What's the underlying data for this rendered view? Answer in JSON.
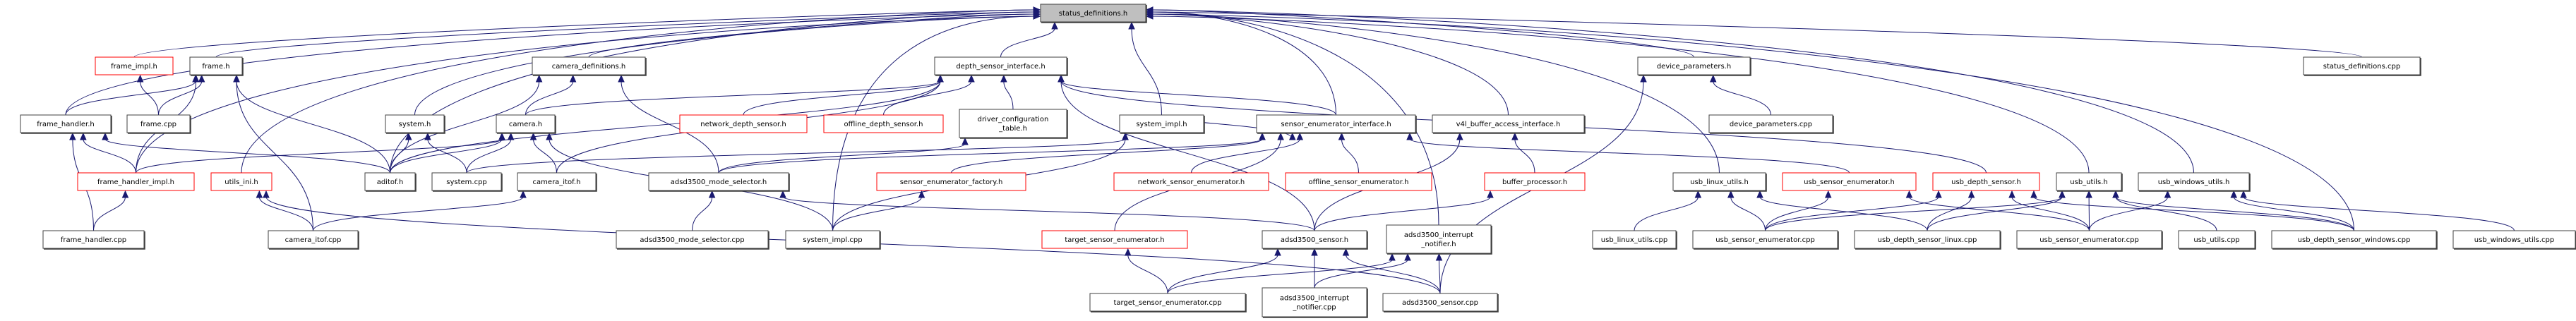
{
  "title": "status_definitions.h",
  "graph_kind": "included-by dependency graph",
  "colors": {
    "edge": "#191970",
    "root_fill": "#bfbfbf",
    "node_border": "#404040",
    "missing_border": "#ff0000",
    "text": "#000000"
  },
  "nodes": [
    {
      "id": "status_definitions_h",
      "label": [
        "status_definitions.h"
      ],
      "kind": "root"
    },
    {
      "id": "frame_impl_h",
      "label": [
        "frame_impl.h"
      ],
      "kind": "missing"
    },
    {
      "id": "frame_h",
      "label": [
        "frame.h"
      ],
      "kind": "normal"
    },
    {
      "id": "camera_definitions_h",
      "label": [
        "camera_definitions.h"
      ],
      "kind": "normal"
    },
    {
      "id": "depth_sensor_interface_h",
      "label": [
        "depth_sensor_interface.h"
      ],
      "kind": "normal"
    },
    {
      "id": "device_parameters_h",
      "label": [
        "device_parameters.h"
      ],
      "kind": "normal"
    },
    {
      "id": "status_definitions_cpp",
      "label": [
        "status_definitions.cpp"
      ],
      "kind": "normal"
    },
    {
      "id": "frame_handler_h",
      "label": [
        "frame_handler.h"
      ],
      "kind": "normal"
    },
    {
      "id": "frame_cpp",
      "label": [
        "frame.cpp"
      ],
      "kind": "normal"
    },
    {
      "id": "system_h",
      "label": [
        "system.h"
      ],
      "kind": "normal"
    },
    {
      "id": "camera_h",
      "label": [
        "camera.h"
      ],
      "kind": "normal"
    },
    {
      "id": "network_depth_sensor_h",
      "label": [
        "network_depth_sensor.h"
      ],
      "kind": "missing"
    },
    {
      "id": "offline_depth_sensor_h",
      "label": [
        "offline_depth_sensor.h"
      ],
      "kind": "missing"
    },
    {
      "id": "driver_configuration_table_h",
      "label": [
        "driver_configuration",
        "_table.h"
      ],
      "kind": "normal"
    },
    {
      "id": "system_impl_h",
      "label": [
        "system_impl.h"
      ],
      "kind": "normal"
    },
    {
      "id": "sensor_enumerator_interface_h",
      "label": [
        "sensor_enumerator_interface.h"
      ],
      "kind": "normal"
    },
    {
      "id": "v4l_buffer_access_interface_h",
      "label": [
        "v4l_buffer_access_interface.h"
      ],
      "kind": "normal"
    },
    {
      "id": "device_parameters_cpp",
      "label": [
        "device_parameters.cpp"
      ],
      "kind": "normal"
    },
    {
      "id": "frame_handler_impl_h",
      "label": [
        "frame_handler_impl.h"
      ],
      "kind": "missing"
    },
    {
      "id": "utils_ini_h",
      "label": [
        "utils_ini.h"
      ],
      "kind": "missing"
    },
    {
      "id": "aditof_h",
      "label": [
        "aditof.h"
      ],
      "kind": "normal"
    },
    {
      "id": "system_cpp",
      "label": [
        "system.cpp"
      ],
      "kind": "normal"
    },
    {
      "id": "camera_itof_h",
      "label": [
        "camera_itof.h"
      ],
      "kind": "normal"
    },
    {
      "id": "adsd3500_mode_selector_h",
      "label": [
        "adsd3500_mode_selector.h"
      ],
      "kind": "normal"
    },
    {
      "id": "sensor_enumerator_factory_h",
      "label": [
        "sensor_enumerator_factory.h"
      ],
      "kind": "missing"
    },
    {
      "id": "network_sensor_enumerator_h",
      "label": [
        "network_sensor_enumerator.h"
      ],
      "kind": "missing"
    },
    {
      "id": "offline_sensor_enumerator_h",
      "label": [
        "offline_sensor_enumerator.h"
      ],
      "kind": "missing"
    },
    {
      "id": "buffer_processor_h",
      "label": [
        "buffer_processor.h"
      ],
      "kind": "missing"
    },
    {
      "id": "usb_linux_utils_h",
      "label": [
        "usb_linux_utils.h"
      ],
      "kind": "normal"
    },
    {
      "id": "usb_sensor_enumerator_h",
      "label": [
        "usb_sensor_enumerator.h"
      ],
      "kind": "missing"
    },
    {
      "id": "usb_depth_sensor_h",
      "label": [
        "usb_depth_sensor.h"
      ],
      "kind": "missing"
    },
    {
      "id": "usb_utils_h",
      "label": [
        "usb_utils.h"
      ],
      "kind": "normal"
    },
    {
      "id": "usb_windows_utils_h",
      "label": [
        "usb_windows_utils.h"
      ],
      "kind": "normal"
    },
    {
      "id": "frame_handler_cpp",
      "label": [
        "frame_handler.cpp"
      ],
      "kind": "normal"
    },
    {
      "id": "camera_itof_cpp",
      "label": [
        "camera_itof.cpp"
      ],
      "kind": "normal"
    },
    {
      "id": "adsd3500_mode_selector_cpp",
      "label": [
        "adsd3500_mode_selector.cpp"
      ],
      "kind": "normal"
    },
    {
      "id": "system_impl_cpp",
      "label": [
        "system_impl.cpp"
      ],
      "kind": "normal"
    },
    {
      "id": "target_sensor_enumerator_h",
      "label": [
        "target_sensor_enumerator.h"
      ],
      "kind": "missing"
    },
    {
      "id": "adsd3500_sensor_h",
      "label": [
        "adsd3500_sensor.h"
      ],
      "kind": "normal"
    },
    {
      "id": "adsd3500_interrupt_notifier_h",
      "label": [
        "adsd3500_interrupt",
        "_notifier.h"
      ],
      "kind": "normal"
    },
    {
      "id": "usb_linux_utils_cpp",
      "label": [
        "usb_linux_utils.cpp"
      ],
      "kind": "normal"
    },
    {
      "id": "usb_sensor_enumerator_cpp_linux",
      "label": [
        "usb_sensor_enumerator.cpp"
      ],
      "kind": "normal"
    },
    {
      "id": "usb_depth_sensor_linux_cpp",
      "label": [
        "usb_depth_sensor_linux.cpp"
      ],
      "kind": "normal"
    },
    {
      "id": "usb_sensor_enumerator_cpp_windows",
      "label": [
        "usb_sensor_enumerator.cpp"
      ],
      "kind": "normal"
    },
    {
      "id": "usb_utils_cpp",
      "label": [
        "usb_utils.cpp"
      ],
      "kind": "normal"
    },
    {
      "id": "usb_depth_sensor_windows_cpp",
      "label": [
        "usb_depth_sensor_windows.cpp"
      ],
      "kind": "normal"
    },
    {
      "id": "usb_windows_utils_cpp",
      "label": [
        "usb_windows_utils.cpp"
      ],
      "kind": "normal"
    },
    {
      "id": "target_sensor_enumerator_cpp",
      "label": [
        "target_sensor_enumerator.cpp"
      ],
      "kind": "normal"
    },
    {
      "id": "adsd3500_interrupt_notifier_cpp",
      "label": [
        "adsd3500_interrupt",
        "_notifier.cpp"
      ],
      "kind": "normal"
    },
    {
      "id": "adsd3500_sensor_cpp",
      "label": [
        "adsd3500_sensor.cpp"
      ],
      "kind": "normal"
    }
  ],
  "edges": [
    [
      "frame_impl_h",
      "status_definitions_h"
    ],
    [
      "frame_h",
      "status_definitions_h"
    ],
    [
      "camera_definitions_h",
      "status_definitions_h"
    ],
    [
      "depth_sensor_interface_h",
      "status_definitions_h"
    ],
    [
      "device_parameters_h",
      "status_definitions_h"
    ],
    [
      "status_definitions_cpp",
      "status_definitions_h"
    ],
    [
      "frame_handler_h",
      "status_definitions_h"
    ],
    [
      "system_h",
      "status_definitions_h"
    ],
    [
      "system_impl_h",
      "status_definitions_h"
    ],
    [
      "sensor_enumerator_interface_h",
      "status_definitions_h"
    ],
    [
      "v4l_buffer_access_interface_h",
      "status_definitions_h"
    ],
    [
      "frame_handler_impl_h",
      "status_definitions_h"
    ],
    [
      "utils_ini_h",
      "status_definitions_h"
    ],
    [
      "aditof_h",
      "status_definitions_h"
    ],
    [
      "usb_linux_utils_h",
      "status_definitions_h"
    ],
    [
      "usb_utils_h",
      "status_definitions_h"
    ],
    [
      "usb_windows_utils_h",
      "status_definitions_h"
    ],
    [
      "adsd3500_interrupt_notifier_h",
      "status_definitions_h"
    ],
    [
      "usb_depth_sensor_windows_cpp",
      "status_definitions_h"
    ],
    [
      "system_impl_cpp",
      "status_definitions_h"
    ],
    [
      "frame_cpp",
      "frame_impl_h"
    ],
    [
      "frame_handler_h",
      "frame_h"
    ],
    [
      "frame_cpp",
      "frame_h"
    ],
    [
      "frame_handler_impl_h",
      "frame_h"
    ],
    [
      "camera_itof_cpp",
      "frame_h"
    ],
    [
      "aditof_h",
      "frame_h"
    ],
    [
      "camera_h",
      "camera_definitions_h"
    ],
    [
      "aditof_h",
      "camera_definitions_h"
    ],
    [
      "adsd3500_mode_selector_h",
      "camera_definitions_h"
    ],
    [
      "camera_h",
      "depth_sensor_interface_h"
    ],
    [
      "network_depth_sensor_h",
      "depth_sensor_interface_h"
    ],
    [
      "offline_depth_sensor_h",
      "depth_sensor_interface_h"
    ],
    [
      "driver_configuration_table_h",
      "depth_sensor_interface_h"
    ],
    [
      "sensor_enumerator_interface_h",
      "depth_sensor_interface_h"
    ],
    [
      "usb_depth_sensor_h",
      "depth_sensor_interface_h"
    ],
    [
      "adsd3500_sensor_h",
      "depth_sensor_interface_h"
    ],
    [
      "camera_itof_h",
      "depth_sensor_interface_h"
    ],
    [
      "aditof_h",
      "depth_sensor_interface_h"
    ],
    [
      "device_parameters_cpp",
      "device_parameters_h"
    ],
    [
      "adsd3500_sensor_cpp",
      "device_parameters_h"
    ],
    [
      "frame_handler_impl_h",
      "frame_handler_h"
    ],
    [
      "aditof_h",
      "frame_handler_h"
    ],
    [
      "frame_handler_cpp",
      "frame_handler_h"
    ],
    [
      "aditof_h",
      "system_h"
    ],
    [
      "system_cpp",
      "system_h"
    ],
    [
      "aditof_h",
      "camera_h"
    ],
    [
      "system_cpp",
      "camera_h"
    ],
    [
      "camera_itof_h",
      "camera_h"
    ],
    [
      "frame_handler_impl_h",
      "camera_h"
    ],
    [
      "system_impl_cpp",
      "camera_h"
    ],
    [
      "adsd3500_mode_selector_h",
      "driver_configuration_table_h"
    ],
    [
      "system_cpp",
      "system_impl_h"
    ],
    [
      "system_impl_cpp",
      "system_impl_h"
    ],
    [
      "adsd3500_mode_selector_h",
      "sensor_enumerator_interface_h"
    ],
    [
      "sensor_enumerator_factory_h",
      "sensor_enumerator_interface_h"
    ],
    [
      "network_sensor_enumerator_h",
      "sensor_enumerator_interface_h"
    ],
    [
      "offline_sensor_enumerator_h",
      "sensor_enumerator_interface_h"
    ],
    [
      "target_sensor_enumerator_h",
      "sensor_enumerator_interface_h"
    ],
    [
      "usb_sensor_enumerator_h",
      "sensor_enumerator_interface_h"
    ],
    [
      "system_impl_h",
      "sensor_enumerator_interface_h"
    ],
    [
      "buffer_processor_h",
      "v4l_buffer_access_interface_h"
    ],
    [
      "adsd3500_sensor_h",
      "v4l_buffer_access_interface_h"
    ],
    [
      "frame_handler_cpp",
      "frame_handler_impl_h"
    ],
    [
      "camera_itof_cpp",
      "utils_ini_h"
    ],
    [
      "adsd3500_sensor_cpp",
      "utils_ini_h"
    ],
    [
      "camera_itof_cpp",
      "camera_itof_h"
    ],
    [
      "adsd3500_mode_selector_cpp",
      "adsd3500_mode_selector_h"
    ],
    [
      "adsd3500_sensor_h",
      "adsd3500_mode_selector_h"
    ],
    [
      "system_impl_cpp",
      "sensor_enumerator_factory_h"
    ],
    [
      "adsd3500_sensor_h",
      "buffer_processor_h"
    ],
    [
      "target_sensor_enumerator_cpp",
      "target_sensor_enumerator_h"
    ],
    [
      "target_sensor_enumerator_cpp",
      "adsd3500_sensor_h"
    ],
    [
      "adsd3500_interrupt_notifier_cpp",
      "adsd3500_sensor_h"
    ],
    [
      "adsd3500_sensor_cpp",
      "adsd3500_sensor_h"
    ],
    [
      "target_sensor_enumerator_cpp",
      "adsd3500_interrupt_notifier_h"
    ],
    [
      "adsd3500_interrupt_notifier_cpp",
      "adsd3500_interrupt_notifier_h"
    ],
    [
      "adsd3500_sensor_cpp",
      "adsd3500_interrupt_notifier_h"
    ],
    [
      "usb_linux_utils_cpp",
      "usb_linux_utils_h"
    ],
    [
      "usb_sensor_enumerator_cpp_linux",
      "usb_linux_utils_h"
    ],
    [
      "usb_depth_sensor_linux_cpp",
      "usb_linux_utils_h"
    ],
    [
      "usb_sensor_enumerator_cpp_linux",
      "usb_sensor_enumerator_h"
    ],
    [
      "usb_sensor_enumerator_cpp_windows",
      "usb_sensor_enumerator_h"
    ],
    [
      "usb_sensor_enumerator_cpp_linux",
      "usb_depth_sensor_h"
    ],
    [
      "usb_depth_sensor_linux_cpp",
      "usb_depth_sensor_h"
    ],
    [
      "usb_sensor_enumerator_cpp_windows",
      "usb_depth_sensor_h"
    ],
    [
      "usb_depth_sensor_windows_cpp",
      "usb_depth_sensor_h"
    ],
    [
      "usb_sensor_enumerator_cpp_linux",
      "usb_utils_h"
    ],
    [
      "usb_depth_sensor_linux_cpp",
      "usb_utils_h"
    ],
    [
      "usb_sensor_enumerator_cpp_windows",
      "usb_utils_h"
    ],
    [
      "usb_utils_cpp",
      "usb_utils_h"
    ],
    [
      "usb_depth_sensor_windows_cpp",
      "usb_utils_h"
    ],
    [
      "usb_sensor_enumerator_cpp_windows",
      "usb_windows_utils_h"
    ],
    [
      "usb_depth_sensor_windows_cpp",
      "usb_windows_utils_h"
    ],
    [
      "usb_windows_utils_cpp",
      "usb_windows_utils_h"
    ]
  ]
}
